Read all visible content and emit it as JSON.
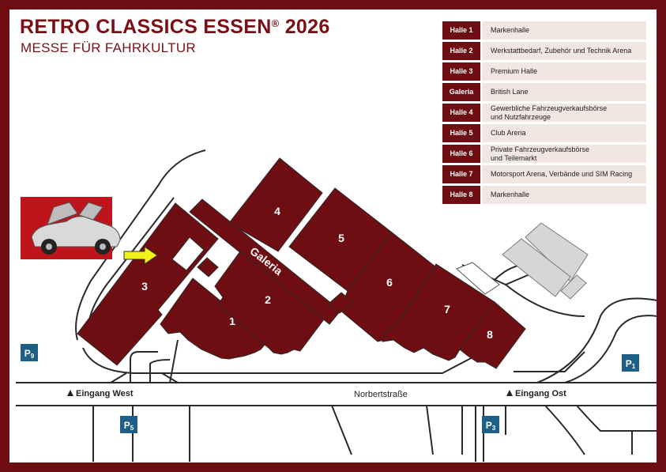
{
  "header": {
    "title": "RETRO CLASSICS ESSEN",
    "title_mark": "®",
    "title_year": "2026",
    "subtitle": "MESSE FÜR FAHRKULTUR"
  },
  "legend": [
    {
      "key": "Halle 1",
      "value": "Markenhalle"
    },
    {
      "key": "Halle 2",
      "value": "Werkstattbedarf, Zubehör und Technik Arena"
    },
    {
      "key": "Halle 3",
      "value": "Premium Halle"
    },
    {
      "key": "Galeria",
      "value": "British Lane"
    },
    {
      "key": "Halle 4",
      "value": "Gewerbliche Fahrzeugverkaufsbörse\nund Nutzfahrzeuge"
    },
    {
      "key": "Halle 5",
      "value": "Club Arena"
    },
    {
      "key": "Halle 6",
      "value": "Private Fahrzeugverkaufsbörse\nund Teilemarkt"
    },
    {
      "key": "Halle 7",
      "value": "Motorsport Arena, Verbände und SIM Racing"
    },
    {
      "key": "Halle 8",
      "value": "Markenhalle"
    }
  ],
  "halls": {
    "h1": "1",
    "h2": "2",
    "h3": "3",
    "h4": "4",
    "h5": "5",
    "h6": "6",
    "h7": "7",
    "h8": "8",
    "galeria": "Galeria"
  },
  "roads": {
    "street": "Norbertstraße"
  },
  "entrances": {
    "west": "Eingang West",
    "east": "Eingang Ost",
    "marker_icon": "triangle-up-icon"
  },
  "parking": {
    "p9": {
      "letter": "P",
      "number": "9"
    },
    "p5": {
      "letter": "P",
      "number": "5"
    },
    "p3": {
      "letter": "P",
      "number": "3"
    },
    "p1": {
      "letter": "P",
      "number": "1"
    }
  },
  "colors": {
    "frame": "#6e0d12",
    "hall": "#6e0d12",
    "title": "#7a1016",
    "legend_row": "#f2e6e3",
    "parking": "#1d5f87",
    "arrow": "#f2f21a",
    "neighbor_building": "#d6d6d6",
    "car_photo_bg": "#c0141c"
  },
  "icons": {
    "car": "classic-gullwing-car-photo",
    "entrance_arrow": "yellow-arrow-icon"
  }
}
